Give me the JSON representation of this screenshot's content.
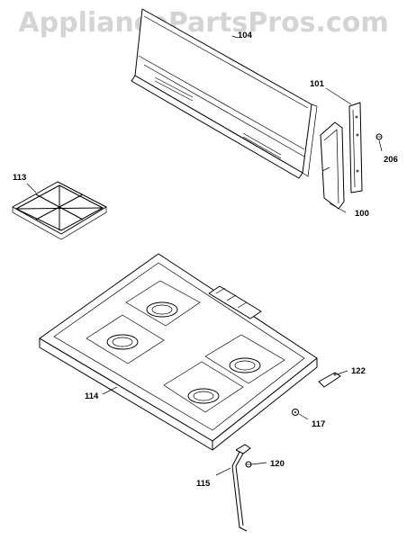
{
  "watermark": "AppliancePartsPros.com",
  "labels": {
    "p104": "104",
    "p101": "101",
    "p206": "206",
    "p100": "100",
    "p113": "113",
    "p122": "122",
    "p114": "114",
    "p117": "117",
    "p120": "120",
    "p115": "115"
  }
}
